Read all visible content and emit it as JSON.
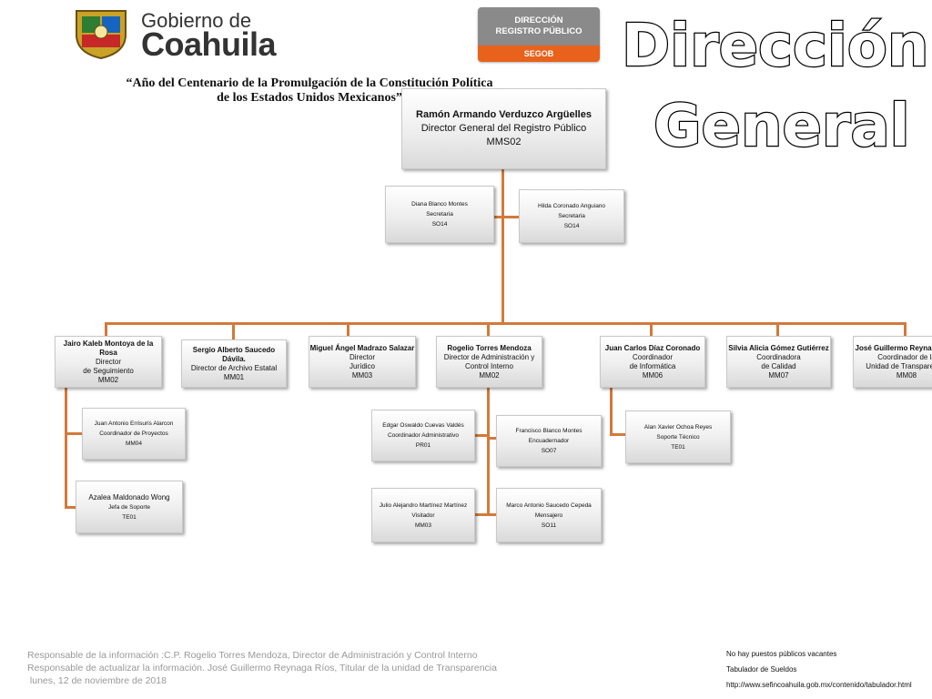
{
  "header": {
    "gob_line1": "Gobierno de",
    "gob_line2": "Coahuila",
    "badge_line1": "DIRECCIÓN",
    "badge_line2": "REGISTRO PÚBLICO",
    "badge_bottom": "SEGOB",
    "title_line1": "Dirección",
    "title_line2": "General",
    "motto_line1": "“Año del Centenario de la Promulgación de la Constitución Política",
    "motto_line2": "de los Estados Unidos Mexicanos”"
  },
  "colors": {
    "connector": "#d27a3a",
    "badge_grey": "#8a8a8a",
    "badge_orange": "#e8621c"
  },
  "director": {
    "name": "Ramón Armando Verduzco Argüelles",
    "title": "Director General del Registro Público",
    "code": "MMS02"
  },
  "secretaries": [
    {
      "name": "Diana Blanco Montes",
      "title": "Secretaria",
      "code": "SO14"
    },
    {
      "name": "Hilda Coronado Anguiano",
      "title": "Secretaria",
      "code": "SO14"
    }
  ],
  "departments": [
    {
      "name": "Jairo Kaleb Montoya de la Rosa",
      "title": "Director",
      "title2": "de Seguimiento",
      "code": "MM02"
    },
    {
      "name": "Sergio Alberto Saucedo Dávila.",
      "title": "Director de Archivo Estatal",
      "title2": "",
      "code": "MM01"
    },
    {
      "name": "Miguel Ángel Madrazo Salazar",
      "title": "Director",
      "title2": "Jurídico",
      "code": "MM03"
    },
    {
      "name": "Rogelio Torres Mendoza",
      "title": "Director de Administración y Control Interno",
      "title2": "",
      "code": "MM02"
    },
    {
      "name": "Juan Carlos Díaz Coronado",
      "title": "Coordinador",
      "title2": "de Informática",
      "code": "MM06"
    },
    {
      "name": "Silvia Alicia Gómez Gutiérrez",
      "title": "Coordinadora",
      "title2": "de Calidad",
      "code": "MM07"
    },
    {
      "name": "José Guillermo Reynaga Ríos",
      "title": "Coordinador de la",
      "title2": "Unidad de Transparencia",
      "code": "MM08"
    }
  ],
  "subordinates": {
    "seguimiento": [
      {
        "name": "Juan Antonio Errisuris Alarcon",
        "title": "Coordinador de Proyectos",
        "code": "MM04"
      },
      {
        "name": "Azalea Maldonado Wong",
        "title": "Jefa de Soporte",
        "code": "TE01"
      }
    ],
    "administracion": [
      {
        "name": "Edgar Oswaldo Cuevas Valdés",
        "title": "Coordinador Administrativo",
        "code": "PR01"
      },
      {
        "name": "Francisco Blanco Montes",
        "title": "Encuadernador",
        "code": "SO07"
      },
      {
        "name": "Julio Alejandro Martínez Martínez",
        "title": "Visitador",
        "code": "MM03"
      },
      {
        "name": "Marco Antonio Saucedo Cepeda",
        "title": "Mensajero",
        "code": "SO11"
      }
    ],
    "informatica": [
      {
        "name": "Alan Xavier Ochoa Reyes",
        "title": "Soporte Técnico",
        "code": "TE01"
      }
    ]
  },
  "footer": {
    "line1": "Responsable de la información :C.P. Rogelio Torres Mendoza, Director de Administración y Control Interno",
    "line2": "Responsable de actualizar la información. José Guillermo Reynaga Ríos, Titular de la unidad de Transparencia",
    "line3": " lunes, 12 de noviembre de 2018",
    "vacantes": "No hay puestos públicos vacantes",
    "tabulador": "Tabulador de Sueldos",
    "url": "http://www.sefincoahuila.gob.mx/contenido/tabulador.html"
  }
}
